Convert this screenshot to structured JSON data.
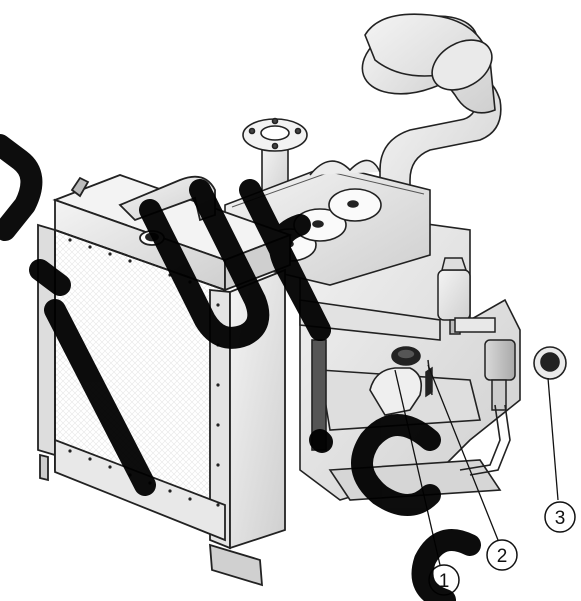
{
  "figure": {
    "subject": "engine-with-radiator",
    "callouts": [
      {
        "number": "1",
        "target": "fill-cap"
      },
      {
        "number": "2",
        "target": "dipstick"
      },
      {
        "number": "3",
        "target": "drain-plug"
      }
    ],
    "watermark": "Diur.co"
  }
}
